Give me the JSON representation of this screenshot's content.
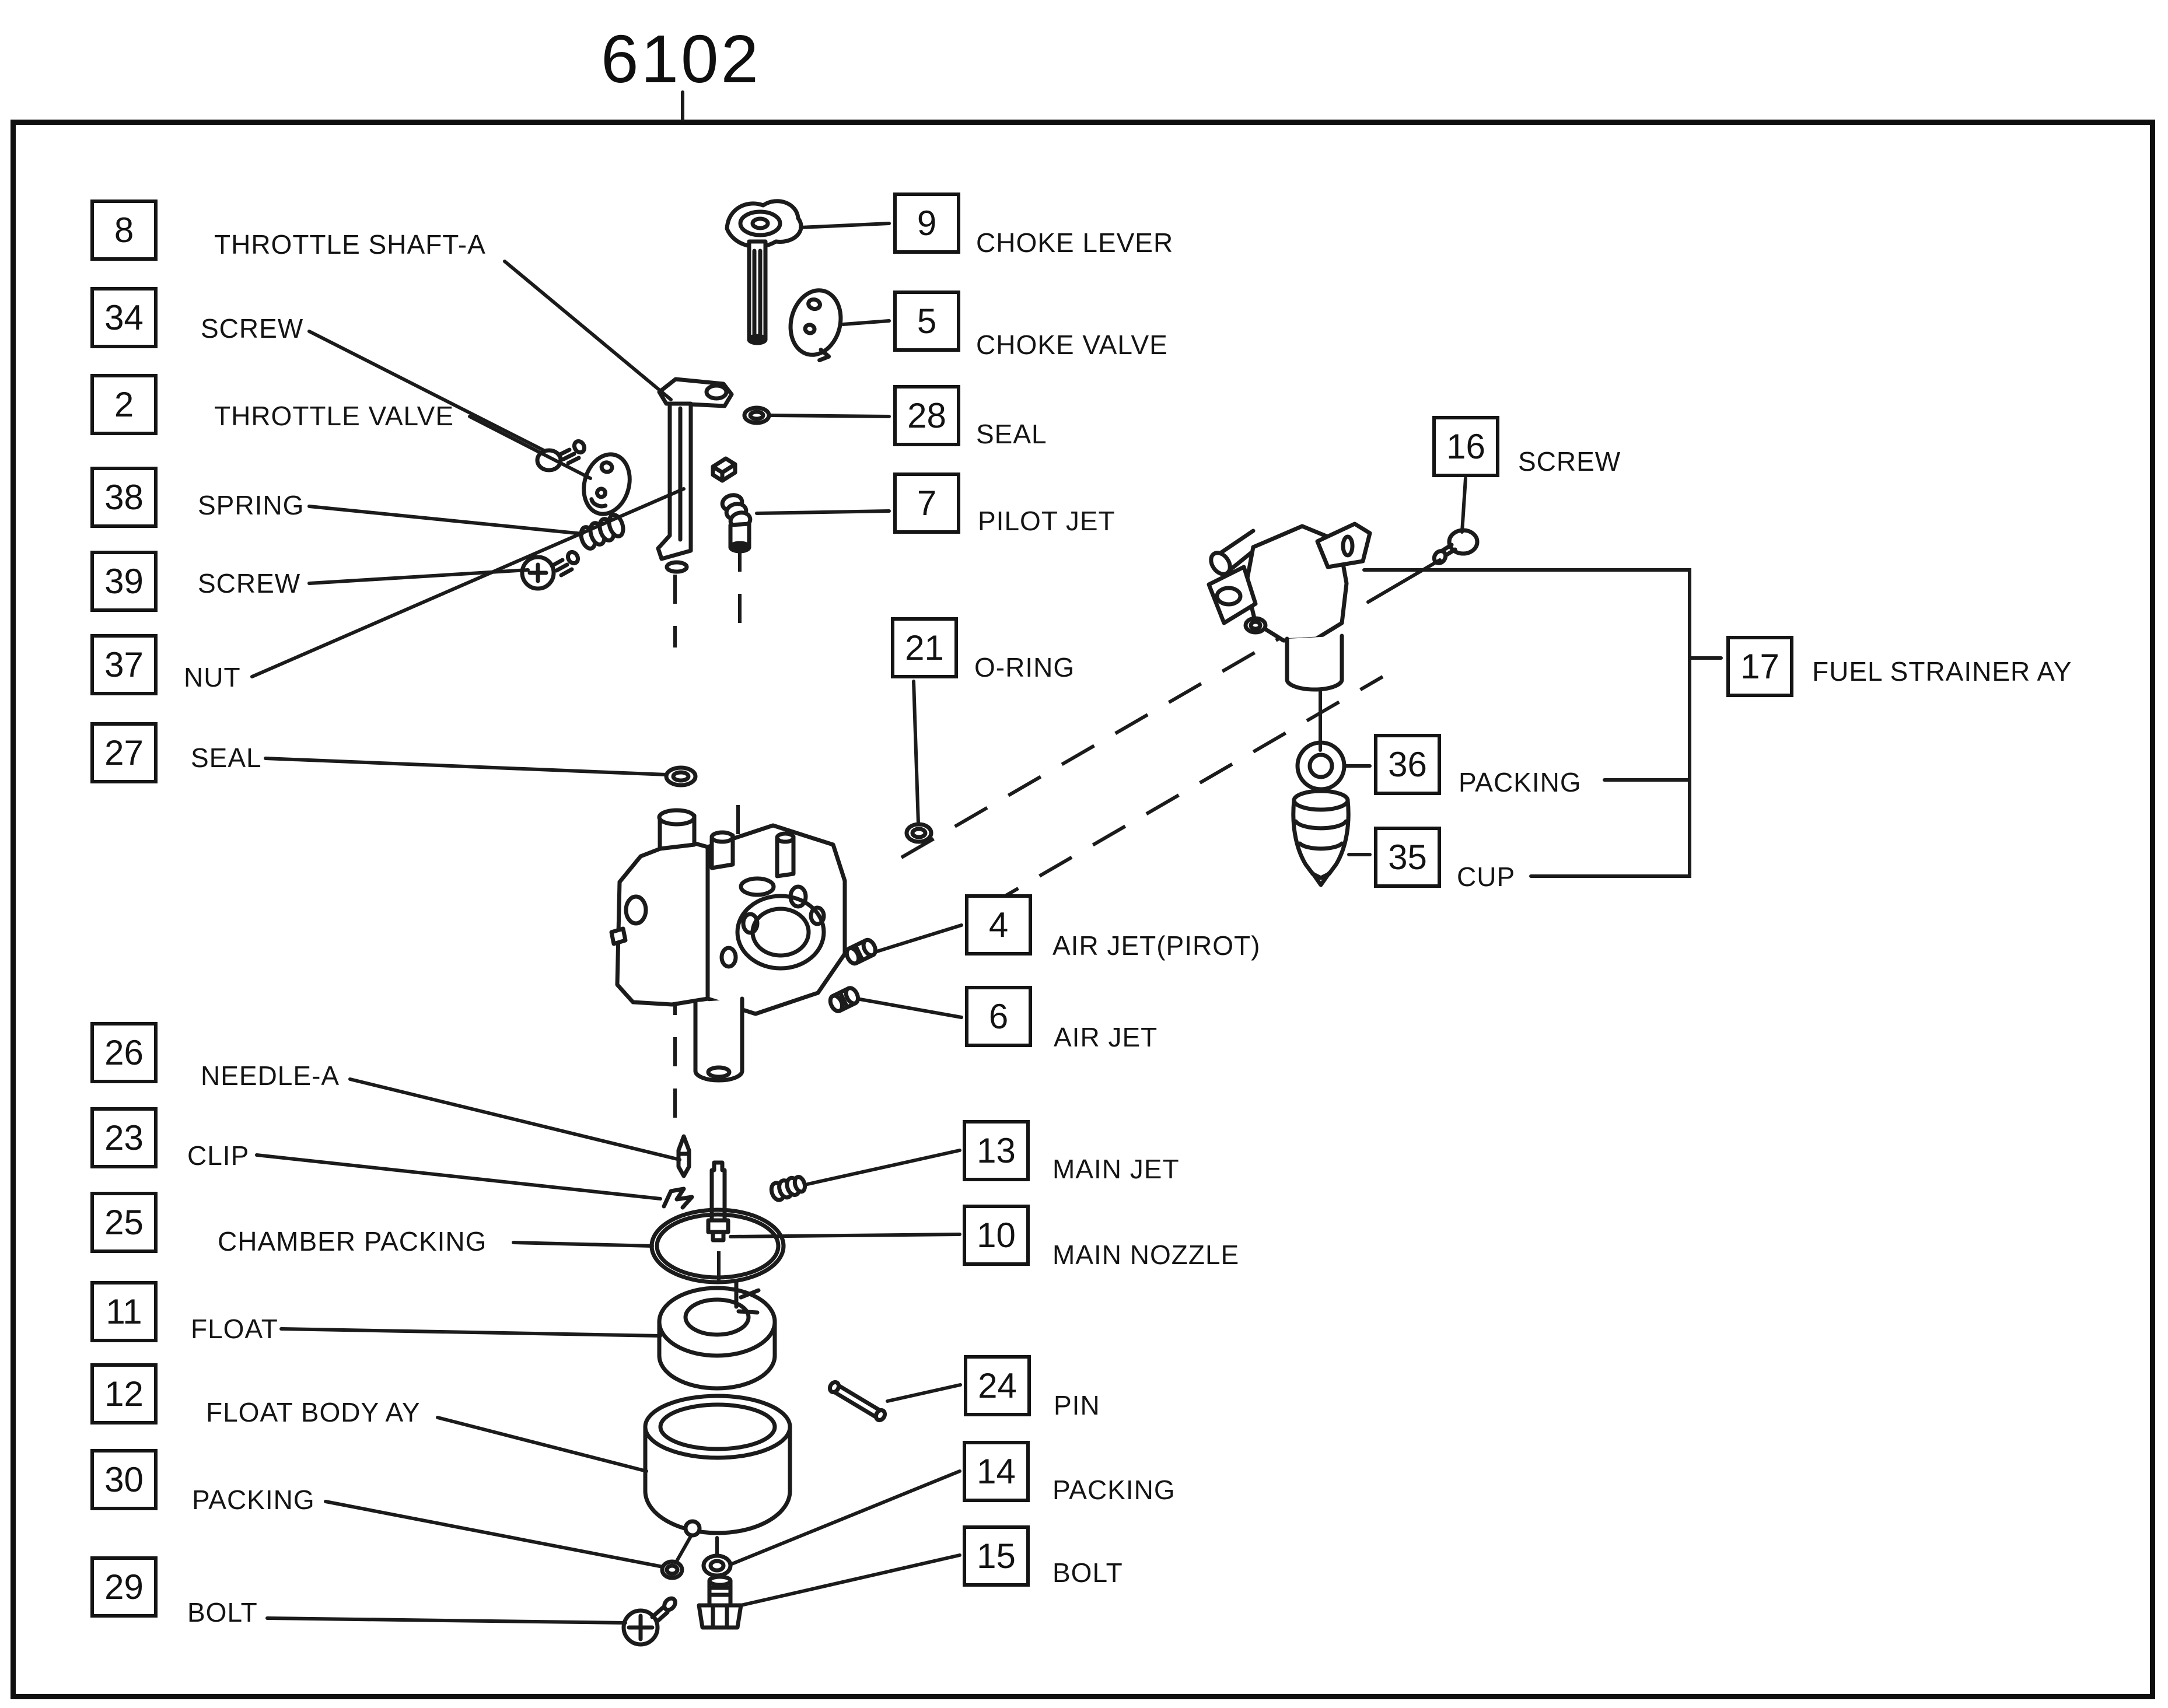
{
  "title": "6102",
  "parts": [
    {
      "num": "8",
      "label": "THROTTLE SHAFT-A"
    },
    {
      "num": "34",
      "label": "SCREW"
    },
    {
      "num": "2",
      "label": "THROTTLE VALVE"
    },
    {
      "num": "38",
      "label": "SPRING"
    },
    {
      "num": "39",
      "label": "SCREW"
    },
    {
      "num": "37",
      "label": "NUT"
    },
    {
      "num": "27",
      "label": "SEAL"
    },
    {
      "num": "26",
      "label": "NEEDLE-A"
    },
    {
      "num": "23",
      "label": "CLIP"
    },
    {
      "num": "25",
      "label": "CHAMBER PACKING"
    },
    {
      "num": "11",
      "label": "FLOAT"
    },
    {
      "num": "12",
      "label": "FLOAT BODY AY"
    },
    {
      "num": "30",
      "label": "PACKING"
    },
    {
      "num": "29",
      "label": "BOLT"
    },
    {
      "num": "9",
      "label": "CHOKE LEVER"
    },
    {
      "num": "5",
      "label": "CHOKE VALVE"
    },
    {
      "num": "28",
      "label": "SEAL"
    },
    {
      "num": "7",
      "label": "PILOT JET"
    },
    {
      "num": "21",
      "label": "O-RING"
    },
    {
      "num": "4",
      "label": "AIR JET(PIROT)"
    },
    {
      "num": "6",
      "label": "AIR JET"
    },
    {
      "num": "13",
      "label": "MAIN JET"
    },
    {
      "num": "10",
      "label": "MAIN NOZZLE"
    },
    {
      "num": "24",
      "label": "PIN"
    },
    {
      "num": "14",
      "label": "PACKING"
    },
    {
      "num": "15",
      "label": "BOLT"
    },
    {
      "num": "16",
      "label": "SCREW"
    },
    {
      "num": "17",
      "label": "FUEL STRAINER AY"
    },
    {
      "num": "36",
      "label": "PACKING"
    },
    {
      "num": "35",
      "label": "CUP"
    }
  ]
}
